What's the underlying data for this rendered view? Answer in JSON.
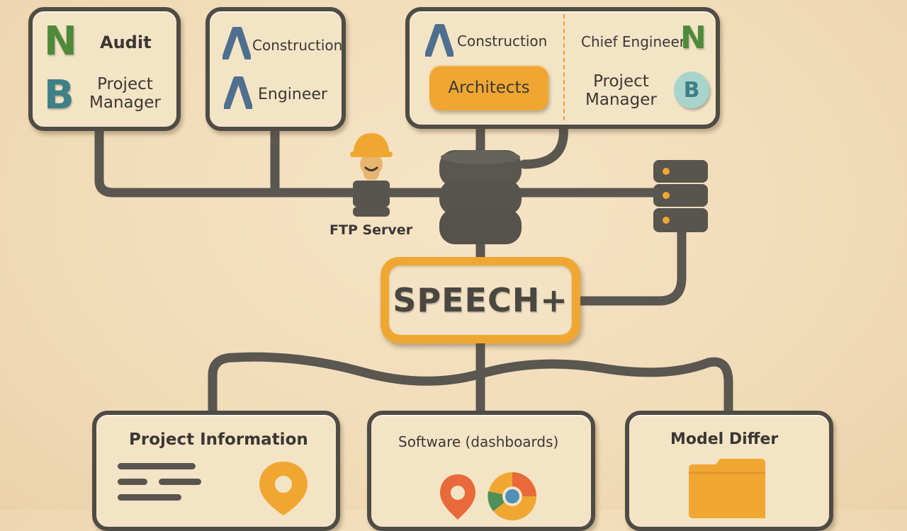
{
  "top_left_card": {
    "role_1": "Audit",
    "role_2": "Project\nManager",
    "badge_1_letter": "N",
    "badge_2_letter": "B"
  },
  "top_middle_card": {
    "role_1": "Construction",
    "role_2": "Engineer"
  },
  "top_right_card": {
    "left_role": "Construction",
    "highlight": "Architects",
    "right_role_1": "Chief Engineer",
    "right_role_2": "Project\nManager",
    "badge_1_letter": "N",
    "badge_2_letter": "B"
  },
  "ftp_server": {
    "label": "FTP Server"
  },
  "hub": {
    "label": "SPEECH+"
  },
  "bottom_cards": [
    {
      "title": "Project Information"
    },
    {
      "title": "Software (dashboards)"
    },
    {
      "title": "Model Differ"
    }
  ],
  "colors": {
    "background": "#f1dcb8",
    "wire": "#5a5650",
    "accent_orange": "#f0a732",
    "green": "#4e8a3a",
    "teal": "#3f7f86",
    "blue": "#4f6f8f"
  }
}
